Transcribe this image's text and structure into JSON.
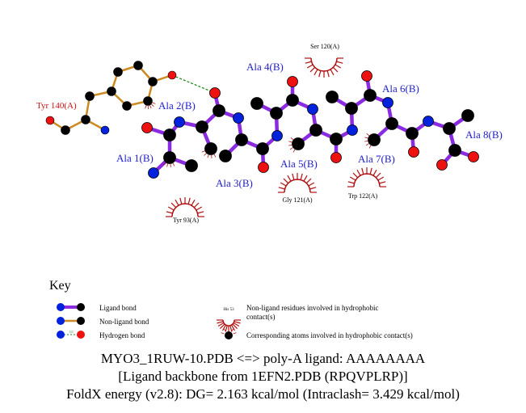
{
  "ligand_residues": [
    "Ala 1(B)",
    "Ala 2(B)",
    "Ala 3(B)",
    "Ala 4(B)",
    "Ala 5(B)",
    "Ala 6(B)",
    "Ala 7(B)",
    "Ala 8(B)"
  ],
  "hbond_residue": "Tyr 140(A)",
  "hydrophobic_residues": [
    "Tyr 93(A)",
    "Ser 120(A)",
    "Gly 121(A)",
    "Trp 122(A)"
  ],
  "key": {
    "heading": "Key",
    "ligand_bond": "Ligand bond",
    "nonligand_bond": "Non-ligand bond",
    "hydrogen_bond": "Hydrogen bond",
    "hbond_length": "3.0",
    "example_residue": "His 53",
    "nonligand_residues": "Non-ligand residues involved in hydrophobic contact(s)",
    "corresponding_atoms": "Corresponding atoms involved in hydrophobic contact(s)"
  },
  "title": {
    "line1": "MYO3_1RUW-10.PDB <=> poly-A ligand: AAAAAAAA",
    "line2": "[Ligand backbone from 1EFN2.PDB (RPQVPLRP)]",
    "line3": "FoldX energy (v2.8): DG= 2.163 kcal/mol (Intraclash= 3.429 kcal/mol)"
  },
  "colors": {
    "ligand": "#8a2be2",
    "nonligand": "#cc8a22",
    "carbon": "#000000",
    "nitrogen": "#0022dd",
    "oxygen": "#ee1111",
    "hbond": "#228b22",
    "hydrophobic": "#b01010",
    "ligand_label": "#2222cc",
    "residue_label": "#cc1111"
  }
}
